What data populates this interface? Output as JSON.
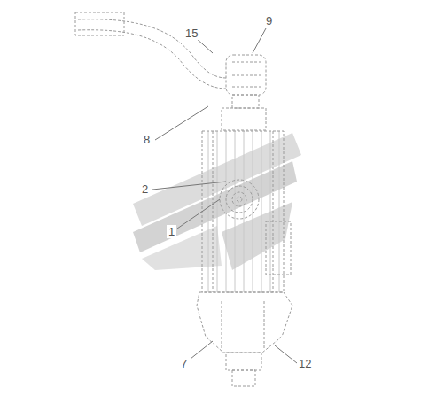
{
  "diagram": {
    "labels": [
      "15",
      "9",
      "8",
      "2",
      "1",
      "7",
      "12"
    ]
  }
}
